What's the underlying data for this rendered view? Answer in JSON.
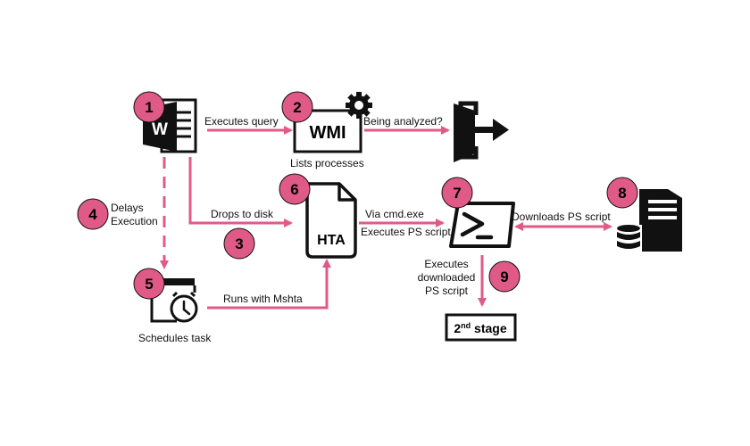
{
  "colors": {
    "accent": "#e05a88",
    "badge_fill": "#e05a88",
    "icon": "#111111"
  },
  "icons": {
    "word": "word-document-icon",
    "wmi": "wmi-gear-icon",
    "exit": "exit-door-icon",
    "hta": "hta-file-icon",
    "powershell": "powershell-prompt-icon",
    "server": "server-database-icon",
    "task": "scheduled-task-clock-icon"
  },
  "steps": {
    "s1": "1",
    "s2": "2",
    "s3": "3",
    "s4": "4",
    "s5": "5",
    "s6": "6",
    "s7": "7",
    "s8": "8",
    "s9": "9"
  },
  "nodes": {
    "wmi_text": "WMI",
    "hta_text": "HTA",
    "word_letter": "W",
    "stage_main": "2",
    "stage_sup": "nd",
    "stage_rest": " stage"
  },
  "labels": {
    "executes_query": "Executes query",
    "lists_processes": "Lists processes",
    "being_analyzed": "Being analyzed?",
    "delays_line1": "Delays",
    "delays_line2": "Execution",
    "drops_to_disk": "Drops to disk",
    "via_cmd": "Via cmd.exe",
    "executes_ps_script": "Executes PS script",
    "downloads_ps_script": "Downloads PS script",
    "exec_dl_line1": "Executes",
    "exec_dl_line2": "downloaded",
    "exec_dl_line3": "PS script",
    "runs_with_mshta": "Runs with Mshta",
    "schedules_task": "Schedules task"
  }
}
